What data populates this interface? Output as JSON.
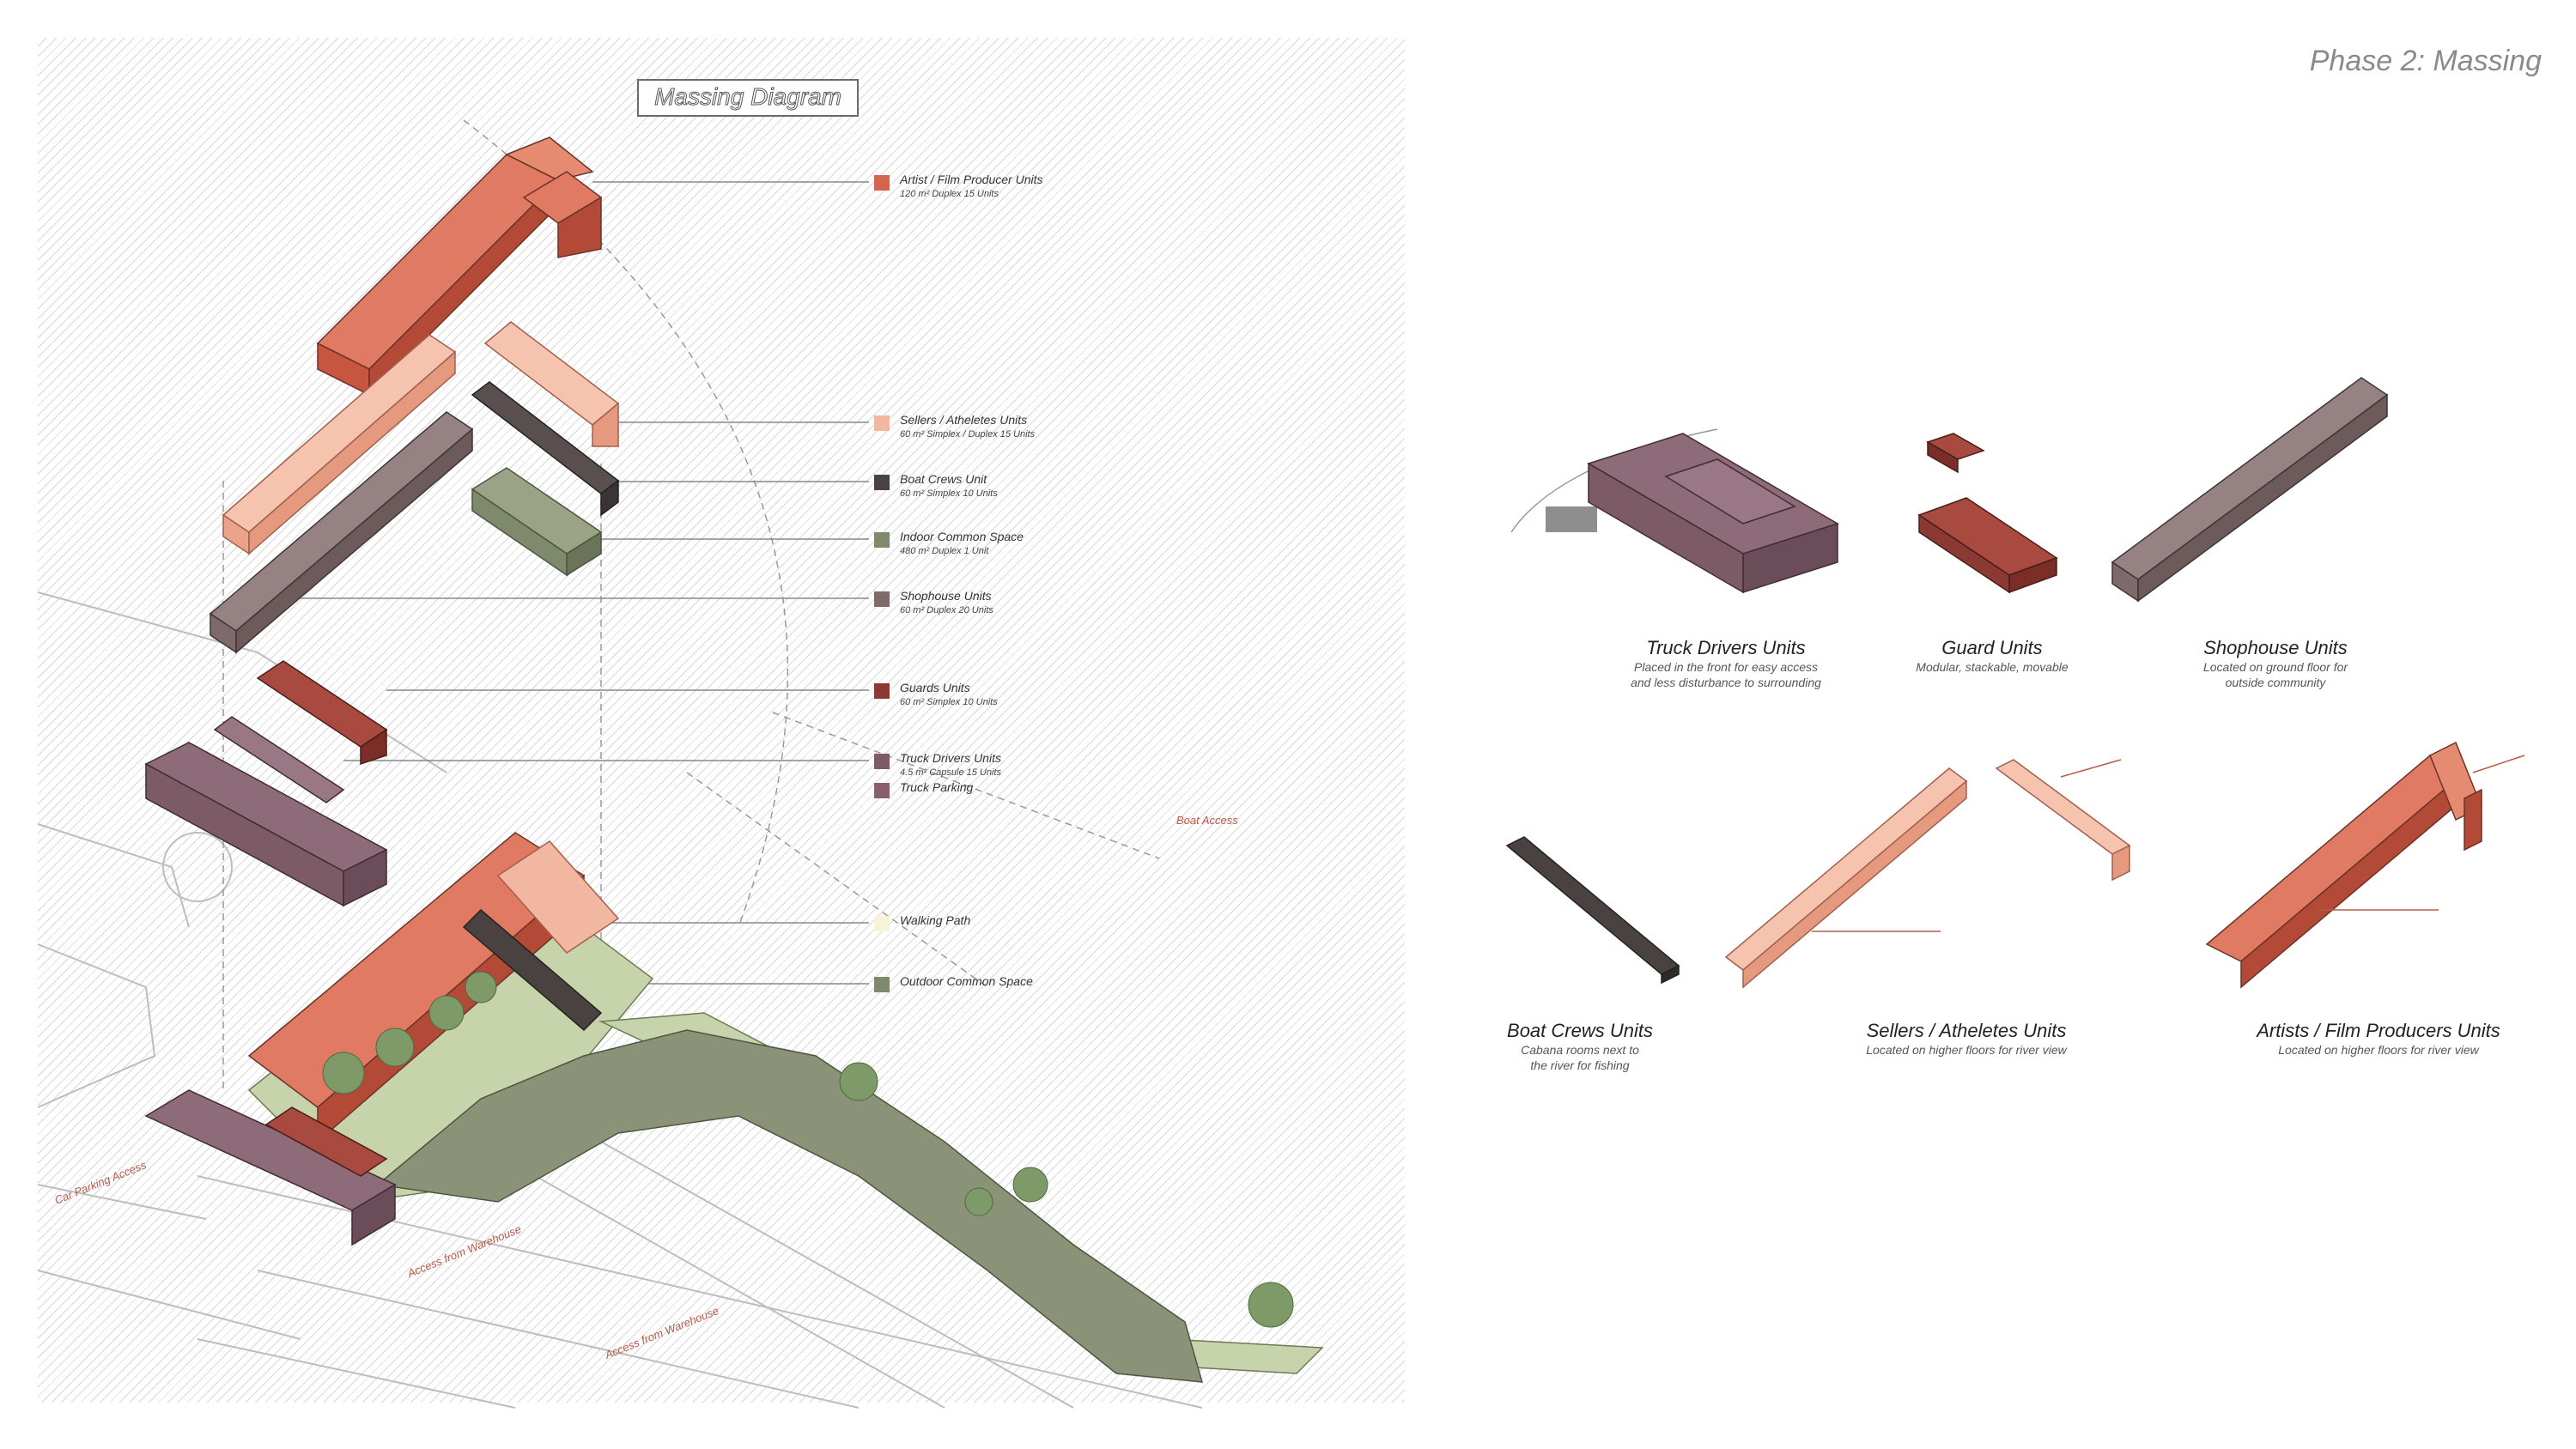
{
  "header": {
    "phase_title": "Phase 2: Massing"
  },
  "diagram": {
    "title": "Massing Diagram"
  },
  "legend": [
    {
      "name": "Artist / Film Producer Units",
      "detail": "120 m² Duplex 15 Units",
      "color": "#d4644e"
    },
    {
      "name": "Sellers / Atheletes Units",
      "detail": "60 m² Simplex / Duplex 15 Units",
      "color": "#f2b7a0"
    },
    {
      "name": "Boat Crews Unit",
      "detail": "60 m² Simplex 10 Units",
      "color": "#4a4141"
    },
    {
      "name": "Indoor Common Space",
      "detail": "480 m² Duplex 1 Unit",
      "color": "#7f8a6d"
    },
    {
      "name": "Shophouse Units",
      "detail": "60 m² Duplex 20 Units",
      "color": "#7f6a6b"
    },
    {
      "name": "Guards Units",
      "detail": "60 m² Simplex 10 Units",
      "color": "#8a3a33"
    },
    {
      "name": "Truck Drivers Units",
      "detail": "4.5 m² Capsule 15 Units",
      "color": "#7c5a66"
    },
    {
      "name": "Truck Parking",
      "detail": "",
      "color": "#8a5f6c"
    },
    {
      "name": "Walking Path",
      "detail": "",
      "color": "#f6f3d6"
    },
    {
      "name": "Outdoor Common Space",
      "detail": "",
      "color": "#7f8a6d"
    }
  ],
  "plan_labels": {
    "boat_access": "Boat Access",
    "access_warehouse_1": "Access from Warehouse",
    "access_warehouse_2": "Access from Warehouse",
    "parking_access": "Car Parking Access"
  },
  "typologies": [
    {
      "title": "Truck Drivers Units",
      "desc": "Placed in the front for easy access\nand less disturbance to surrounding"
    },
    {
      "title": "Guard Units",
      "desc": "Modular, stackable, movable"
    },
    {
      "title": "Shophouse Units",
      "desc": "Located on ground floor for\noutside community"
    },
    {
      "title": "Boat Crews Units",
      "desc": "Cabana rooms next to\nthe river for fishing"
    },
    {
      "title": "Sellers / Atheletes Units",
      "desc": "Located on higher floors for river view"
    },
    {
      "title": "Artists / Film Producers Units",
      "desc": "Located on higher floors for river view"
    }
  ]
}
